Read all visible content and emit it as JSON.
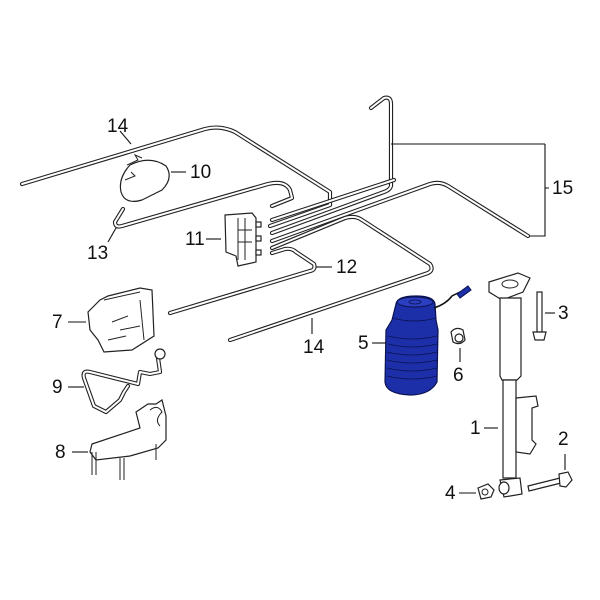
{
  "diagram": {
    "type": "exploded parts diagram",
    "subject": "Rear air suspension components",
    "highlight_color": "#1c2fa8",
    "highlighted_part": "5",
    "callouts": [
      {
        "id": "c1",
        "label": "1",
        "part": "shock absorber"
      },
      {
        "id": "c2",
        "label": "2",
        "part": "lower mounting bolt"
      },
      {
        "id": "c3",
        "label": "3",
        "part": "upper mounting bolt"
      },
      {
        "id": "c4",
        "label": "4",
        "part": "nut"
      },
      {
        "id": "c5",
        "label": "5",
        "part": "air spring"
      },
      {
        "id": "c6",
        "label": "6",
        "part": "bushing"
      },
      {
        "id": "c7",
        "label": "7",
        "part": "compressor"
      },
      {
        "id": "c8",
        "label": "8",
        "part": "bracket"
      },
      {
        "id": "c9",
        "label": "9",
        "part": "line"
      },
      {
        "id": "c10",
        "label": "10",
        "part": "reservoir"
      },
      {
        "id": "c11",
        "label": "11",
        "part": "valve block"
      },
      {
        "id": "c12",
        "label": "12",
        "part": "line"
      },
      {
        "id": "c13",
        "label": "13",
        "part": "line"
      },
      {
        "id": "c14a",
        "label": "14",
        "part": "line"
      },
      {
        "id": "c14b",
        "label": "14",
        "part": "line"
      },
      {
        "id": "c15",
        "label": "15",
        "part": "lines"
      }
    ]
  }
}
